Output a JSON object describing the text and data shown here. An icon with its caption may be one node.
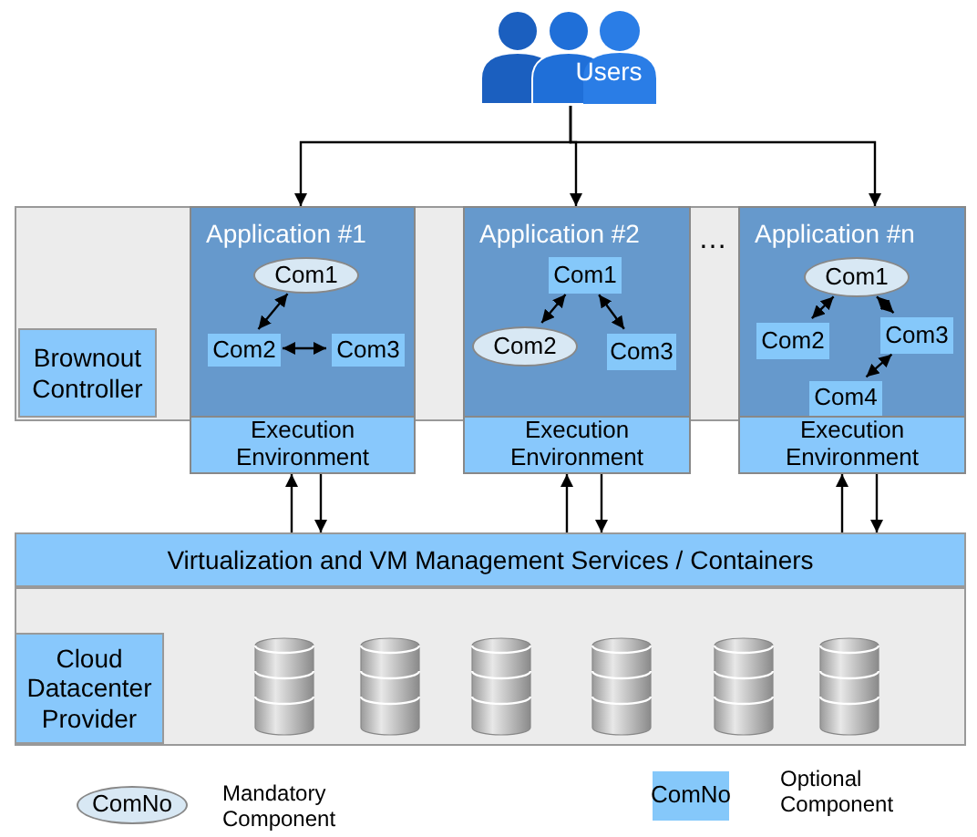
{
  "diagram": {
    "nodes": [
      {
        "text": [
          "Users"
        ]
      },
      {
        "text": [
          "Application #1"
        ]
      },
      {
        "text": [
          "Com1"
        ],
        "in": 1
      },
      {
        "text": [
          "Com2"
        ],
        "in": 1
      },
      {
        "text": [
          "Com3"
        ],
        "in": 1
      },
      {
        "text": [
          "Execution Environment"
        ]
      },
      {
        "text": [
          "Application #2"
        ]
      },
      {
        "text": [
          "Com1"
        ],
        "in": 6
      },
      {
        "text": [
          "Com2"
        ],
        "in": 6
      },
      {
        "text": [
          "Com3"
        ],
        "in": 6
      },
      {
        "text": [
          "Execution Environment"
        ]
      },
      {
        "text": [
          "Application #n"
        ]
      },
      {
        "text": [
          "Com1"
        ],
        "in": 11
      },
      {
        "text": [
          "Com2"
        ],
        "in": 11
      },
      {
        "text": [
          "Com3"
        ],
        "in": 11
      },
      {
        "text": [
          "Com4"
        ],
        "in": 11
      },
      {
        "text": [
          "Execution Environment"
        ]
      },
      {
        "text": [
          "Brownout Controller"
        ]
      },
      {
        "text": [
          "Virtualization and VM Management Services / Containers"
        ]
      },
      {
        "text": [
          "Cloud Datacenter Provider"
        ]
      },
      {
        "text": [
          "ComNo"
        ]
      },
      {
        "text": [
          "ComNo"
        ]
      }
    ],
    "edges": [
      {
        "from": 0,
        "to": 1,
        "arrow": "to"
      },
      {
        "from": 0,
        "to": 6,
        "arrow": "to"
      },
      {
        "from": 0,
        "to": 11,
        "arrow": "to"
      },
      {
        "from": 2,
        "to": 3,
        "arrow": "both"
      },
      {
        "from": 3,
        "to": 4,
        "arrow": "both"
      },
      {
        "from": 7,
        "to": 8,
        "arrow": "both"
      },
      {
        "from": 7,
        "to": 9,
        "arrow": "both"
      },
      {
        "from": 12,
        "to": 13,
        "arrow": "both"
      },
      {
        "from": 12,
        "to": 14,
        "arrow": "both"
      },
      {
        "from": 14,
        "to": 15,
        "arrow": "both"
      },
      {
        "from": 18,
        "to": 5,
        "arrow": "to"
      },
      {
        "from": 5,
        "to": 18,
        "arrow": "to"
      },
      {
        "from": 18,
        "to": 10,
        "arrow": "to"
      },
      {
        "from": 10,
        "to": 18,
        "arrow": "to"
      },
      {
        "from": 18,
        "to": 16,
        "arrow": "to"
      },
      {
        "from": 16,
        "to": 18,
        "arrow": "to"
      }
    ],
    "labels": [
      "…"
    ],
    "legend": [
      {
        "text": "Mandatory Component",
        "color": "#d8e8f4"
      },
      {
        "text": "Optional Component",
        "color": "#85c8fa"
      }
    ]
  }
}
